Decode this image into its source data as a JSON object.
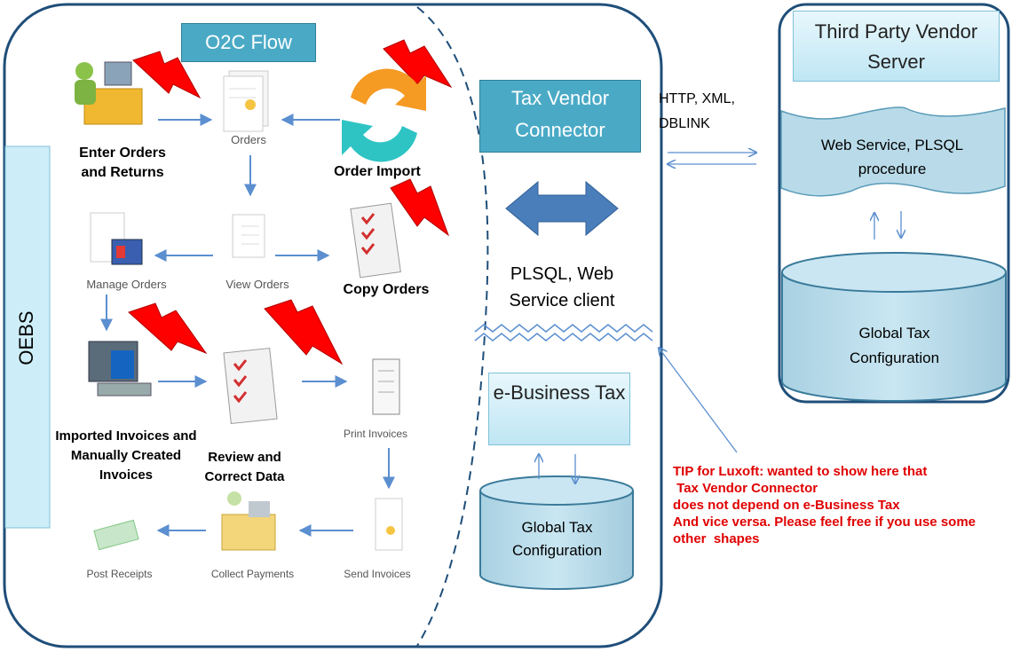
{
  "o2c_title": "O2C Flow",
  "oebs_label": "OEBS",
  "steps": {
    "enter_orders": "Enter Orders and Returns",
    "orders": "Orders",
    "order_import": "Order Import",
    "manage_orders": "Manage Orders",
    "view_orders": "View Orders",
    "copy_orders": "Copy Orders",
    "imported_invoices": "Imported Invoices and Manually Created Invoices",
    "review_correct": "Review and Correct Data",
    "print_invoices": "Print Invoices",
    "post_receipts": "Post Receipts",
    "collect_payments": "Collect Payments",
    "send_invoices": "Send Invoices"
  },
  "tax_vendor_connector": "Tax Vendor Connector",
  "plsql_client": "PLSQL, Web Service client",
  "ebusiness_tax": "e-Business Tax",
  "global_tax_config_left": "Global Tax Configuration",
  "protocols": "HTTP, XML, DBLINK",
  "third_party": "Third Party Vendor Server",
  "web_service": "Web Service, PLSQL procedure",
  "global_tax_config_right": "Global Tax Configuration",
  "tip_lines": [
    "TIP for Luxoft: wanted to show here that",
    " Tax Vendor Connector",
    "does not depend on e-Business Tax",
    "And vice versa. Please feel free if you use some",
    "other  shapes"
  ],
  "colors": {
    "frame": "#1f4e79",
    "teal": "#4aaac6",
    "arrow": "#5b8fd0",
    "double_arrow": "#4a7ebb",
    "cylinder": "#b9dbe9",
    "lightning": "#ff0000",
    "tip": "#e00000"
  }
}
